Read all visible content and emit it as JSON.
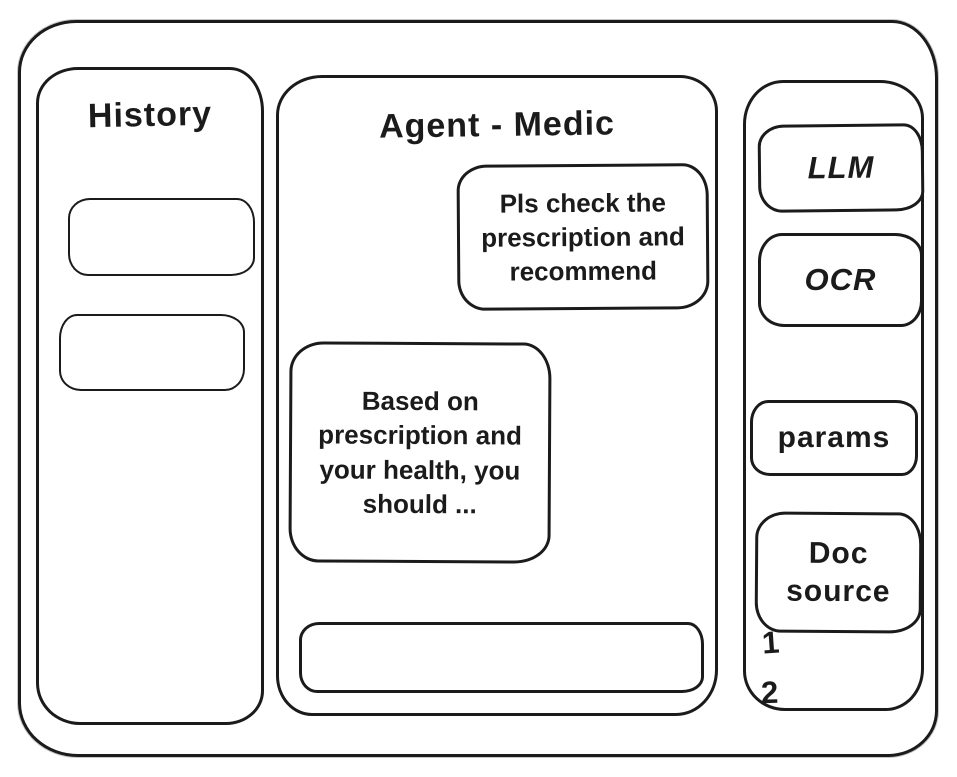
{
  "history_panel": {
    "title": "History"
  },
  "chat_panel": {
    "title": "Agent - Medic",
    "messages": [
      {
        "role": "user",
        "text": "Pls check the prescription and recommend"
      },
      {
        "role": "assistant",
        "text": "Based on prescription and your health, you should ..."
      }
    ],
    "input_value": "",
    "input_placeholder": ""
  },
  "tools_panel": {
    "buttons": [
      {
        "id": "llm",
        "label": "LLM"
      },
      {
        "id": "ocr",
        "label": "OCR"
      },
      {
        "id": "params",
        "label": "params"
      },
      {
        "id": "doc-source",
        "label": "Doc source"
      }
    ],
    "doc_source_items": [
      "1",
      "2"
    ]
  },
  "colors": {
    "stroke": "#1b1b1b",
    "background": "#ffffff"
  }
}
